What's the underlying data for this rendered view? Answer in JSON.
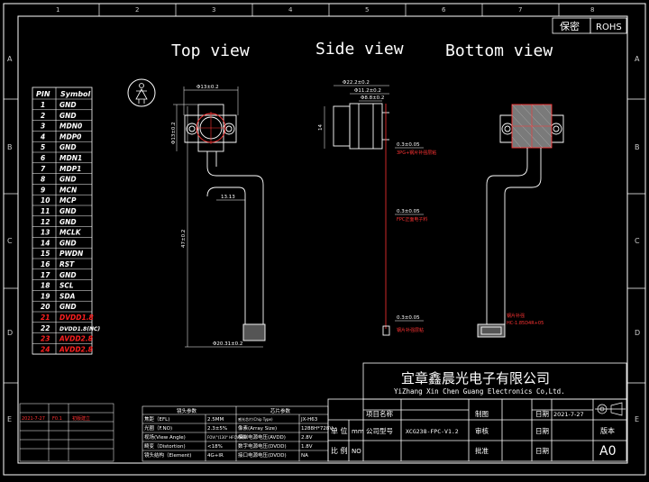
{
  "header": {
    "secret_label": "保密",
    "rohs_label": "ROHS"
  },
  "views": {
    "top": "Top view",
    "side": "Side view",
    "bottom": "Bottom view"
  },
  "border_marks": {
    "left_letters": [
      "A",
      "B",
      "C",
      "D",
      "E"
    ],
    "right_letters": [
      "A",
      "B",
      "C",
      "D",
      "E"
    ],
    "top_numbers": [
      "1",
      "2",
      "3",
      "4",
      "5",
      "6",
      "7",
      "8"
    ]
  },
  "pin_table": {
    "headers": [
      "PIN",
      "Symbol"
    ],
    "rows": [
      {
        "pin": "1",
        "symbol": "GND"
      },
      {
        "pin": "2",
        "symbol": "GND"
      },
      {
        "pin": "3",
        "symbol": "MDN0"
      },
      {
        "pin": "4",
        "symbol": "MDP0"
      },
      {
        "pin": "5",
        "symbol": "GND"
      },
      {
        "pin": "6",
        "symbol": "MDN1"
      },
      {
        "pin": "7",
        "symbol": "MDP1"
      },
      {
        "pin": "8",
        "symbol": "GND"
      },
      {
        "pin": "9",
        "symbol": "MCN"
      },
      {
        "pin": "10",
        "symbol": "MCP"
      },
      {
        "pin": "11",
        "symbol": "GND"
      },
      {
        "pin": "12",
        "symbol": "GND"
      },
      {
        "pin": "13",
        "symbol": "MCLK"
      },
      {
        "pin": "14",
        "symbol": "GND"
      },
      {
        "pin": "15",
        "symbol": "PWDN"
      },
      {
        "pin": "16",
        "symbol": "RST"
      },
      {
        "pin": "17",
        "symbol": "GND"
      },
      {
        "pin": "18",
        "symbol": "SCL"
      },
      {
        "pin": "19",
        "symbol": "SDA"
      },
      {
        "pin": "20",
        "symbol": "GND"
      },
      {
        "pin": "21",
        "symbol": "DVDD1.8"
      },
      {
        "pin": "22",
        "symbol": "DVDD1.8(NC)"
      },
      {
        "pin": "23",
        "symbol": "AVDD2.8"
      },
      {
        "pin": "24",
        "symbol": "AVDD2.8"
      }
    ],
    "highlight_color": "#ff2020"
  },
  "dimensions": {
    "top_width": "Φ13±0.2",
    "top_height": "Φ13±0.2",
    "fpc_offset": "13.13",
    "fpc_length": "47±0.2",
    "connector_width": "Φ20.31±0.2",
    "side_total": "Φ22.2±0.2",
    "side_a": "Φ11.2±0.2",
    "side_b": "Φ8.8±0.2",
    "side_height": "14",
    "thickness_1": "0.3±0.05",
    "thickness_2": "0.3±0.05",
    "thickness_3": "0.3±0.05"
  },
  "notes": {
    "side_note_1": "3PG+钢片补强层粘",
    "side_note_2": "FPC正面电子料",
    "side_note_3": "钢片补强层粘",
    "bottom_note_1": "钢片补强",
    "bottom_note_2": "HC-1.85D4R+05"
  },
  "revision_table": {
    "row": [
      "2021-7-27",
      "F0.1",
      "初版建立"
    ]
  },
  "spec_table": {
    "header_left": "镜头参数",
    "header_right": "芯片参数",
    "rows": [
      [
        "焦距（EFL)",
        "2.5MM",
        "感光芯片(Chip Type)",
        "JX-H63"
      ],
      [
        "光圈（F.NO)",
        "2.3±5%",
        "像素(Array Size)",
        "1288H*728V"
      ],
      [
        "视场(View Angle)",
        "FOV(°)130° HFOV108°",
        "模拟电源电压(AVDD)",
        "2.8V"
      ],
      [
        "畸变（Distortion)",
        "<18%",
        "数字电源电压(DVDD)",
        "1.8V"
      ],
      [
        "镜头结构（Element)",
        "4G+IR",
        "接口电源电压(DVDD)",
        "NA"
      ]
    ]
  },
  "title_block": {
    "company_cn": "宜章鑫晨光电子有限公司",
    "company_en": "YiZhang Xin Chen Guang Electronics Co,Ltd.",
    "unit_label": "单 位",
    "unit_value": "mm",
    "scale_label": "比 例",
    "scale_value": "NO",
    "project_label": "项目名称",
    "model_label": "公司型号",
    "model_value": "XCG238-FPC-V1.2",
    "draw_label": "制图",
    "review_label": "审核",
    "approve_label": "批准",
    "date_label_1": "日期",
    "date_value_1": "2021-7-27",
    "date_label_2": "日期",
    "date_label_3": "日期",
    "version_label": "版本",
    "version_value": "A0"
  }
}
